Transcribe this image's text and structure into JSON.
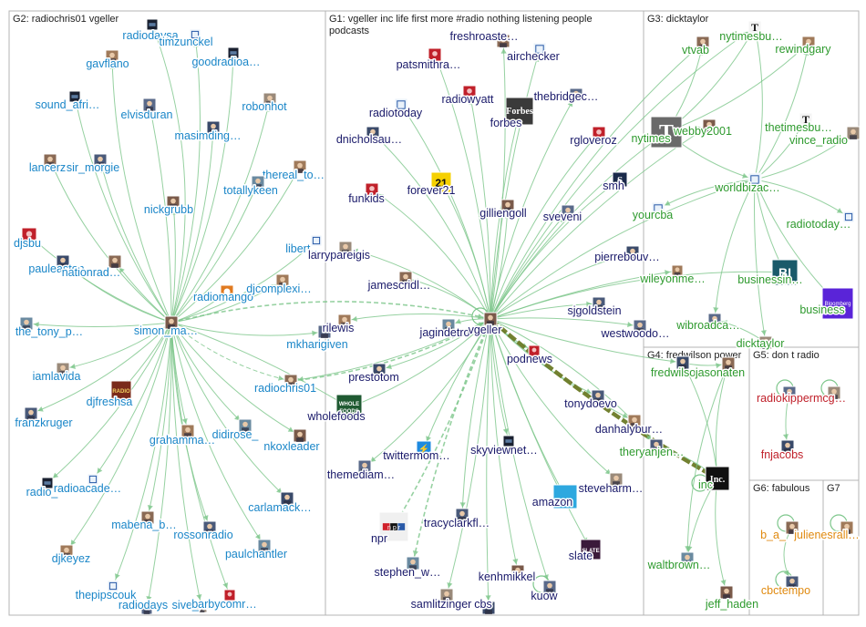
{
  "groups": [
    {
      "id": "G2",
      "title": "G2: radiochris01 vgeller",
      "color": "#1a86c8"
    },
    {
      "id": "G1",
      "title": "G1: vgeller inc life first more #radio nothing listening people podcasts",
      "color": "#1a1a6a"
    },
    {
      "id": "G3",
      "title": "G3: dicktaylor",
      "color": "#2e9a2e"
    },
    {
      "id": "G4",
      "title": "G4: fredwilson power",
      "color": "#2e9a2e"
    },
    {
      "id": "G5",
      "title": "G5: don t radio",
      "color": "#c0202a"
    },
    {
      "id": "G6",
      "title": "G6: fabulous",
      "color": "#e08a10"
    },
    {
      "id": "G7",
      "title": "G7",
      "color": "#e08a10"
    }
  ],
  "nodes": [
    {
      "id": "radiodaysa",
      "label": "radiodaysa",
      "group": "G2",
      "icon": "avatar-dark"
    },
    {
      "id": "timzunckel",
      "label": "timzunckel",
      "group": "G2",
      "icon": "avatar-logo"
    },
    {
      "id": "gavflano",
      "label": "gavflano",
      "group": "G2",
      "icon": "avatar"
    },
    {
      "id": "goodradioa",
      "label": "goodradioa…",
      "group": "G2",
      "icon": "avatar-dark"
    },
    {
      "id": "sound_afri",
      "label": "sound_afri…",
      "group": "G2",
      "icon": "avatar-dark"
    },
    {
      "id": "elvisduran",
      "label": "elvisduran",
      "group": "G2",
      "icon": "avatar"
    },
    {
      "id": "robonhot",
      "label": "robonhot",
      "group": "G2",
      "icon": "avatar"
    },
    {
      "id": "masimding",
      "label": "masimding…",
      "group": "G2",
      "icon": "avatar"
    },
    {
      "id": "lancerz",
      "label": "lancerz",
      "group": "G2",
      "icon": "avatar"
    },
    {
      "id": "sir_morgie",
      "label": "sir_morgie",
      "group": "G2",
      "icon": "avatar"
    },
    {
      "id": "thereal_to",
      "label": "thereal_to…",
      "group": "G2",
      "icon": "avatar"
    },
    {
      "id": "totallykeen",
      "label": "totallykeen",
      "group": "G2",
      "icon": "avatar"
    },
    {
      "id": "nickgrubb",
      "label": "nickgrubb",
      "group": "G2",
      "icon": "avatar"
    },
    {
      "id": "djsbu",
      "label": "djsbu",
      "group": "G2",
      "icon": "avatar-red"
    },
    {
      "id": "libert",
      "label": "libert…",
      "group": "G2",
      "icon": "avatar-logo"
    },
    {
      "id": "pauleaston",
      "label": "pauleaston",
      "group": "G2",
      "icon": "avatar"
    },
    {
      "id": "nationrad",
      "label": "nationrad…",
      "group": "G2",
      "icon": "avatar"
    },
    {
      "id": "radiomango",
      "label": "radiomango",
      "group": "G2",
      "icon": "avatar-orange"
    },
    {
      "id": "djcomplexi",
      "label": "djcomplexi…",
      "group": "G2",
      "icon": "avatar"
    },
    {
      "id": "the_tony_p",
      "label": "the_tony_p…",
      "group": "G2",
      "icon": "avatar"
    },
    {
      "id": "simon_ma",
      "label": "simon_ma…",
      "group": "G2",
      "icon": "avatar"
    },
    {
      "id": "mkharigiven",
      "label": "mkharigiven",
      "group": "G2",
      "icon": "avatar"
    },
    {
      "id": "iamlavida",
      "label": "iamlavida",
      "group": "G2",
      "icon": "avatar"
    },
    {
      "id": "djfreshsa",
      "label": "djfreshsa",
      "group": "G2",
      "icon": "avatar-radio"
    },
    {
      "id": "radiochris01",
      "label": "radiochris01",
      "group": "G2",
      "icon": "avatar"
    },
    {
      "id": "franzkruger",
      "label": "franzkruger",
      "group": "G2",
      "icon": "avatar"
    },
    {
      "id": "grahamma",
      "label": "grahamma…",
      "group": "G2",
      "icon": "avatar"
    },
    {
      "id": "didirose_",
      "label": "didirose_",
      "group": "G2",
      "icon": "avatar"
    },
    {
      "id": "nkoxleader",
      "label": "nkoxleader",
      "group": "G2",
      "icon": "avatar"
    },
    {
      "id": "radio_",
      "label": "radio_",
      "group": "G2",
      "icon": "avatar-dark"
    },
    {
      "id": "radioacade",
      "label": "radioacade…",
      "group": "G2",
      "icon": "avatar-logo"
    },
    {
      "id": "carlamack",
      "label": "carlamack…",
      "group": "G2",
      "icon": "avatar"
    },
    {
      "id": "mabena_b",
      "label": "mabena_b…",
      "group": "G2",
      "icon": "avatar"
    },
    {
      "id": "rossonradio",
      "label": "rossonradio",
      "group": "G2",
      "icon": "avatar"
    },
    {
      "id": "djkeyez",
      "label": "djkeyez",
      "group": "G2",
      "icon": "avatar"
    },
    {
      "id": "paulchantler",
      "label": "paulchantler",
      "group": "G2",
      "icon": "avatar"
    },
    {
      "id": "thepipscouk",
      "label": "thepipscouk",
      "group": "G2",
      "icon": "avatar-logo"
    },
    {
      "id": "radiodays",
      "label": "radiodays",
      "group": "G2",
      "icon": "avatar"
    },
    {
      "id": "sive_n",
      "label": "sive_n…",
      "group": "G2",
      "icon": "avatar"
    },
    {
      "id": "barbycomr",
      "label": "barbycomr…",
      "group": "G2",
      "icon": "avatar-red"
    },
    {
      "id": "freshroaste",
      "label": "freshroaste…",
      "group": "G1",
      "icon": "avatar"
    },
    {
      "id": "airchecker",
      "label": "airchecker",
      "group": "G1",
      "icon": "avatar-logo"
    },
    {
      "id": "patsmithra",
      "label": "patsmithra…",
      "group": "G1",
      "icon": "avatar-red"
    },
    {
      "id": "radiowyatt",
      "label": "radiowyatt",
      "group": "G1",
      "icon": "avatar-red"
    },
    {
      "id": "forbes",
      "label": "forbes",
      "group": "G1",
      "icon": "forbes"
    },
    {
      "id": "thebridgec",
      "label": "thebridgec…",
      "group": "G1",
      "icon": "avatar"
    },
    {
      "id": "radiotoday",
      "label": "radiotoday",
      "group": "G1",
      "icon": "avatar-logo"
    },
    {
      "id": "dnicholsau",
      "label": "dnicholsau…",
      "group": "G1",
      "icon": "avatar"
    },
    {
      "id": "rgloveroz",
      "label": "rgloveroz",
      "group": "G1",
      "icon": "avatar-red"
    },
    {
      "id": "funkids",
      "label": "funkids",
      "group": "G1",
      "icon": "avatar-red"
    },
    {
      "id": "forever21",
      "label": "forever21",
      "group": "G1",
      "icon": "forever21"
    },
    {
      "id": "smh",
      "label": "smh",
      "group": "G1",
      "icon": "smh"
    },
    {
      "id": "gilliengoll",
      "label": "gilliengoll",
      "group": "G1",
      "icon": "avatar"
    },
    {
      "id": "sveveni",
      "label": "sveveni",
      "group": "G1",
      "icon": "avatar"
    },
    {
      "id": "larrypareigis",
      "label": "larrypareigis",
      "group": "G1",
      "icon": "avatar"
    },
    {
      "id": "pierrebouv",
      "label": "pierrebouv…",
      "group": "G1",
      "icon": "avatar"
    },
    {
      "id": "jamescridl",
      "label": "jamescridl…",
      "group": "G1",
      "icon": "avatar"
    },
    {
      "id": "sjgoldstein",
      "label": "sjgoldstein",
      "group": "G1",
      "icon": "avatar"
    },
    {
      "id": "rilewis",
      "label": "rilewis",
      "group": "G1",
      "icon": "avatar"
    },
    {
      "id": "jagindetro",
      "label": "jagindetro",
      "group": "G1",
      "icon": "avatar"
    },
    {
      "id": "vgeller",
      "label": "vgeller",
      "group": "G1",
      "icon": "avatar"
    },
    {
      "id": "westwoodo",
      "label": "westwoodo…",
      "group": "G1",
      "icon": "avatar"
    },
    {
      "id": "podnews",
      "label": "podnews",
      "group": "G1",
      "icon": "avatar-red"
    },
    {
      "id": "prestotom",
      "label": "prestotom",
      "group": "G1",
      "icon": "avatar"
    },
    {
      "id": "wholefoods",
      "label": "wholefoods",
      "group": "G1",
      "icon": "wholefoods"
    },
    {
      "id": "tonydoevo",
      "label": "tonydoevo",
      "group": "G1",
      "icon": "avatar"
    },
    {
      "id": "danhalybur",
      "label": "danhalybur…",
      "group": "G1",
      "icon": "avatar"
    },
    {
      "id": "twittermom",
      "label": "twittermom…",
      "group": "G1",
      "icon": "twitter"
    },
    {
      "id": "skyviewnet",
      "label": "skyviewnet…",
      "group": "G1",
      "icon": "avatar-dark"
    },
    {
      "id": "themediam",
      "label": "themediam…",
      "group": "G1",
      "icon": "avatar"
    },
    {
      "id": "steveharm",
      "label": "steveharm…",
      "group": "G1",
      "icon": "avatar"
    },
    {
      "id": "amazon",
      "label": "amazon",
      "group": "G1",
      "icon": "amazon"
    },
    {
      "id": "npr",
      "label": "npr",
      "group": "G1",
      "icon": "npr"
    },
    {
      "id": "tracyclarkfl",
      "label": "tracyclarkfl…",
      "group": "G1",
      "icon": "avatar"
    },
    {
      "id": "slate",
      "label": "slate",
      "group": "G1",
      "icon": "slate"
    },
    {
      "id": "stephen_w",
      "label": "stephen_w…",
      "group": "G1",
      "icon": "avatar"
    },
    {
      "id": "kenhmikkel",
      "label": "kenhmikkel",
      "group": "G1",
      "icon": "avatar"
    },
    {
      "id": "kuow",
      "label": "kuow",
      "group": "G1",
      "icon": "avatar"
    },
    {
      "id": "samlitzinger",
      "label": "samlitzinger",
      "group": "G1",
      "icon": "avatar"
    },
    {
      "id": "cbs",
      "label": "cbs",
      "group": "G1",
      "icon": "avatar"
    },
    {
      "id": "vtvab",
      "label": "vtvab",
      "group": "G3",
      "icon": "avatar"
    },
    {
      "id": "nytimesbu",
      "label": "nytimesbu…",
      "group": "G3",
      "icon": "nyt-small"
    },
    {
      "id": "rewindgary",
      "label": "rewindgary",
      "group": "G3",
      "icon": "avatar"
    },
    {
      "id": "nytimes",
      "label": "nytimes",
      "group": "G3",
      "icon": "nyt"
    },
    {
      "id": "webby2001",
      "label": "webby2001",
      "group": "G3",
      "icon": "avatar"
    },
    {
      "id": "thetimesbu",
      "label": "thetimesbu…",
      "group": "G3",
      "icon": "nyt-small"
    },
    {
      "id": "vince_radio",
      "label": "vince_radio",
      "group": "G3",
      "icon": "avatar"
    },
    {
      "id": "worldbizac",
      "label": "worldbizac…",
      "group": "G3",
      "icon": "avatar-logo"
    },
    {
      "id": "yourcba",
      "label": "yourcba",
      "group": "G3",
      "icon": "avatar-logo"
    },
    {
      "id": "radiotoday2",
      "label": "radiotoday…",
      "group": "G3",
      "icon": "avatar-logo"
    },
    {
      "id": "wileyonme",
      "label": "wileyonme…",
      "group": "G3",
      "icon": "avatar"
    },
    {
      "id": "businessin",
      "label": "businessin…",
      "group": "G3",
      "icon": "bi"
    },
    {
      "id": "bloomberg",
      "label": "business",
      "group": "G3",
      "icon": "bloomberg"
    },
    {
      "id": "wibroadca",
      "label": "wibroadca…",
      "group": "G3",
      "icon": "avatar"
    },
    {
      "id": "dicktaylor",
      "label": "dicktaylor",
      "group": "G3",
      "icon": "avatar"
    },
    {
      "id": "fredwilson",
      "label": "fredwilson",
      "group": "G4",
      "icon": "avatar"
    },
    {
      "id": "jasonaten",
      "label": "jasonaten",
      "group": "G4",
      "icon": "avatar"
    },
    {
      "id": "theryanjen",
      "label": "theryanjen…",
      "group": "G4",
      "icon": "avatar"
    },
    {
      "id": "inc",
      "label": "inc",
      "group": "G4",
      "icon": "inc"
    },
    {
      "id": "waltbrown",
      "label": "waltbrown…",
      "group": "G4",
      "icon": "avatar"
    },
    {
      "id": "jeff_haden",
      "label": "jeff_haden",
      "group": "G4",
      "icon": "avatar"
    },
    {
      "id": "radior",
      "label": "radior",
      "group": "G5",
      "icon": "avatar"
    },
    {
      "id": "kippermcg",
      "label": "kippermcg…",
      "group": "G5",
      "icon": "avatar"
    },
    {
      "id": "fnjacobs",
      "label": "fnjacobs",
      "group": "G5",
      "icon": "avatar"
    },
    {
      "id": "b_a_",
      "label": "b_a_",
      "group": "G6",
      "icon": "avatar"
    },
    {
      "id": "cbctempo",
      "label": "cbctempo",
      "group": "G6",
      "icon": "avatar"
    },
    {
      "id": "julienesrall",
      "label": "julienesrall…",
      "group": "G7",
      "icon": "avatar"
    }
  ]
}
